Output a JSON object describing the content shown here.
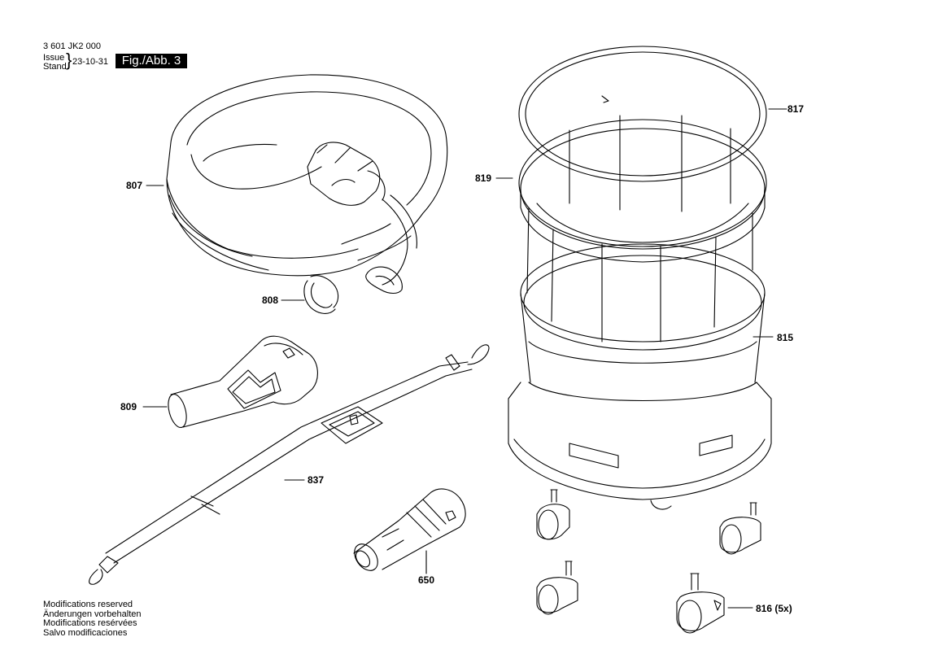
{
  "header": {
    "doc_number": "3 601 JK2 000",
    "issue_label": "Issue",
    "stand_label": "Stand",
    "brace": "}",
    "issue_date": "23-10-31",
    "figure_label": "Fig./Abb. 3"
  },
  "footer": {
    "notes": [
      "Modifications reserved",
      "Änderungen vorbehalten",
      "Modifications resérvées",
      "Salvo modificaciones"
    ]
  },
  "parts": {
    "p807": "807",
    "p808": "808",
    "p809": "809",
    "p837": "837",
    "p650": "650",
    "p817": "817",
    "p819": "819",
    "p815": "815",
    "p816": "816 (5x)"
  }
}
